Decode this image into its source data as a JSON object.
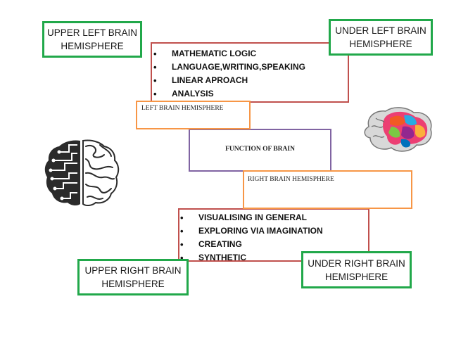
{
  "upper_left_box": "UPPER LEFT BRAIN\nHEMISPHERE",
  "under_left_box": "UNDER LEFT BRAIN\nHEMISPHERE",
  "upper_right_box": "UPPER RIGHT BRAIN\nHEMISPHERE",
  "under_right_box": "UNDER RIGHT BRAIN\nHEMISPHERE",
  "left_hemisphere": {
    "label": "LEFT BRAIN HEMISPHERE",
    "items": [
      "MATHEMATIC LOGIC",
      "LANGUAGE,WRITING,SPEAKING",
      "LINEAR APROACH",
      "ANALYSIS"
    ]
  },
  "center_label": "FUNCTION OF BRAIN",
  "right_hemisphere": {
    "label": "RIGHT BRAIN HEMISPHERE",
    "items": [
      "VISUALISING IN GENERAL",
      "EXPLORING VIA IMAGINATION",
      "CREATING",
      "SYNTHETIC"
    ]
  },
  "colors": {
    "box_border": "#21a84a",
    "frame_red": "#c0504d",
    "frame_orange": "#f79646",
    "frame_purple": "#8064a2"
  },
  "images": [
    "circuit-brain-illustration",
    "colorful-brain-illustration"
  ]
}
